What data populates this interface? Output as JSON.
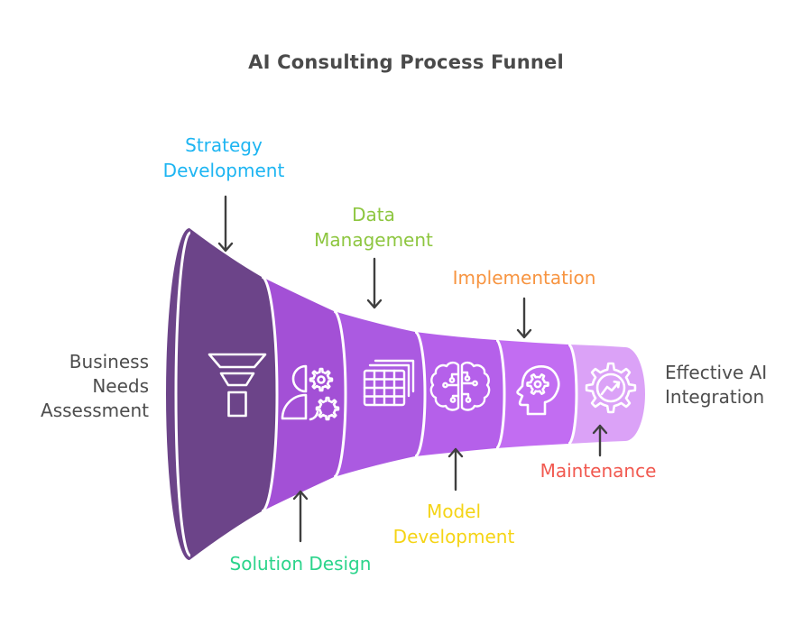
{
  "title": {
    "text": "AI Consulting Process Funnel",
    "color": "#4a4a4a"
  },
  "funnel": {
    "input_label": "Business Needs Assessment",
    "output_label": "Effective AI Integration",
    "endpoint_label_color": "#4d4d4d",
    "separator_color": "#ffffff",
    "icon_stroke_color": "#ffffff",
    "arrow_color": "#3f3f3f"
  },
  "stages": [
    {
      "label": "Strategy Development",
      "label_color": "#1db5f2",
      "label_position": "top",
      "segment_color": "#6c4489",
      "icon": "filter-funnel-icon"
    },
    {
      "label": "Solution Design",
      "label_color": "#2bd48b",
      "label_position": "bottom",
      "segment_color": "#a350d6",
      "icon": "consultant-gears-icon"
    },
    {
      "label": "Data Management",
      "label_color": "#8dc63f",
      "label_position": "top",
      "segment_color": "#ab5ae1",
      "icon": "data-tables-icon"
    },
    {
      "label": "Model Development",
      "label_color": "#f5d416",
      "label_position": "bottom",
      "segment_color": "#b560ea",
      "icon": "ai-brain-circuit-icon"
    },
    {
      "label": "Implementation",
      "label_color": "#f79440",
      "label_position": "top",
      "segment_color": "#c26df2",
      "icon": "head-gear-icon"
    },
    {
      "label": "Maintenance",
      "label_color": "#f15950",
      "label_position": "bottom",
      "segment_color": "#dba2f7",
      "icon": "gear-analytics-icon"
    }
  ]
}
